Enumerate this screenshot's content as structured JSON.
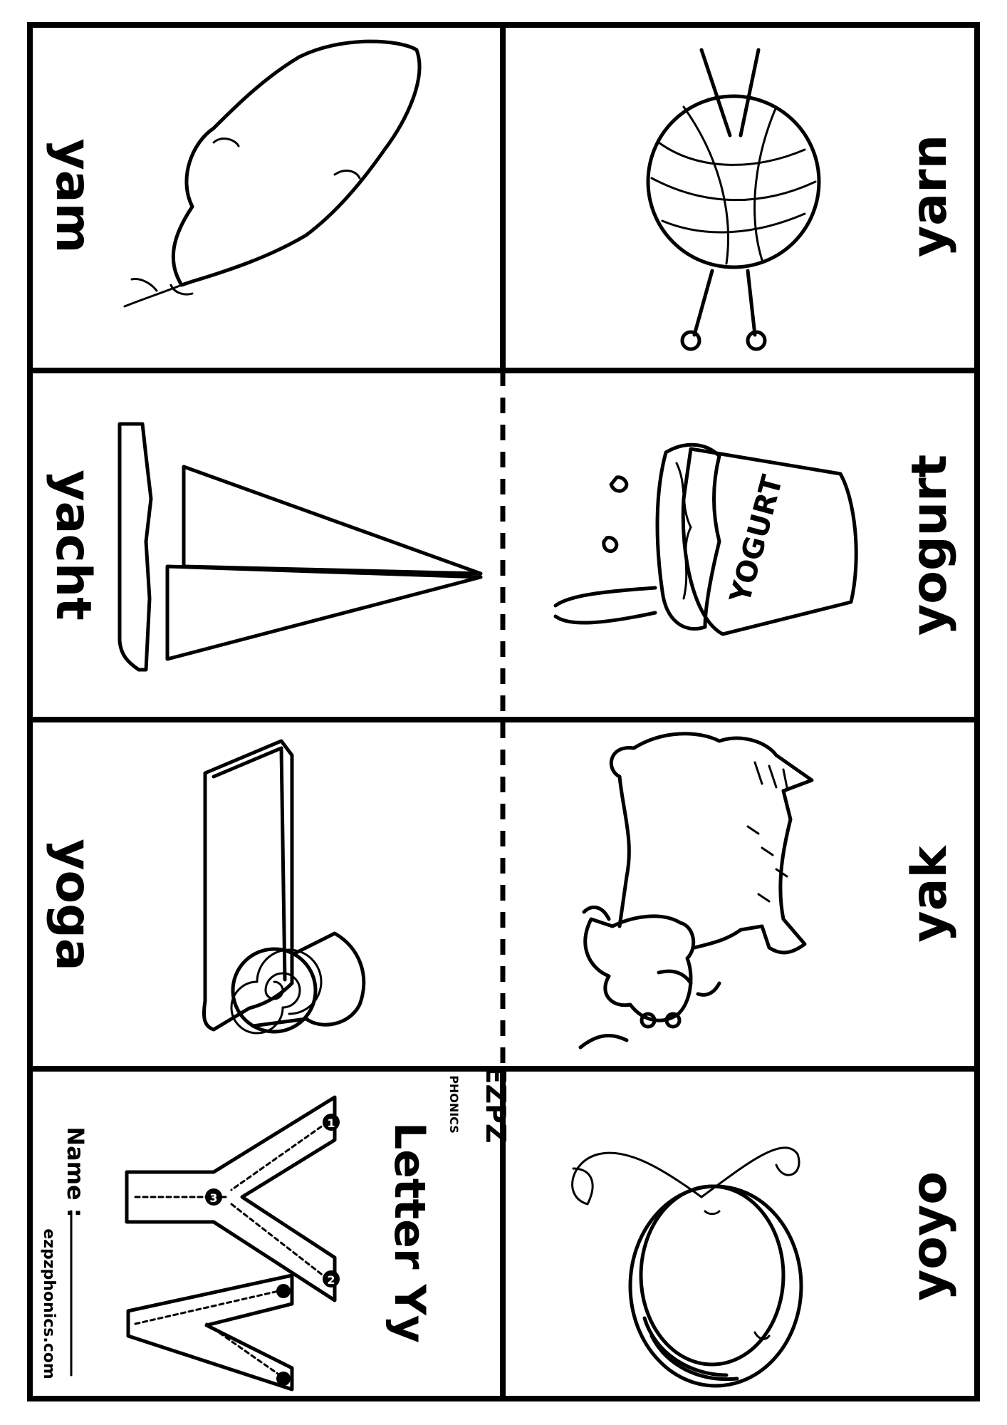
{
  "cards": {
    "yam": "yam",
    "yarn": "yarn",
    "yacht": "yacht",
    "yogurt": "yogurt",
    "yoga": "yoga",
    "yak": "yak",
    "yoyo": "yoyo"
  },
  "tracing_card": {
    "title": "Letter Yy",
    "name_label": "Name :",
    "website": "ezpzphonics.com",
    "step_numbers": [
      "1",
      "2",
      "3"
    ]
  },
  "logo": {
    "brand": "EZPZ",
    "sub": "PHONICS"
  },
  "packaging_text": "YOGURT"
}
